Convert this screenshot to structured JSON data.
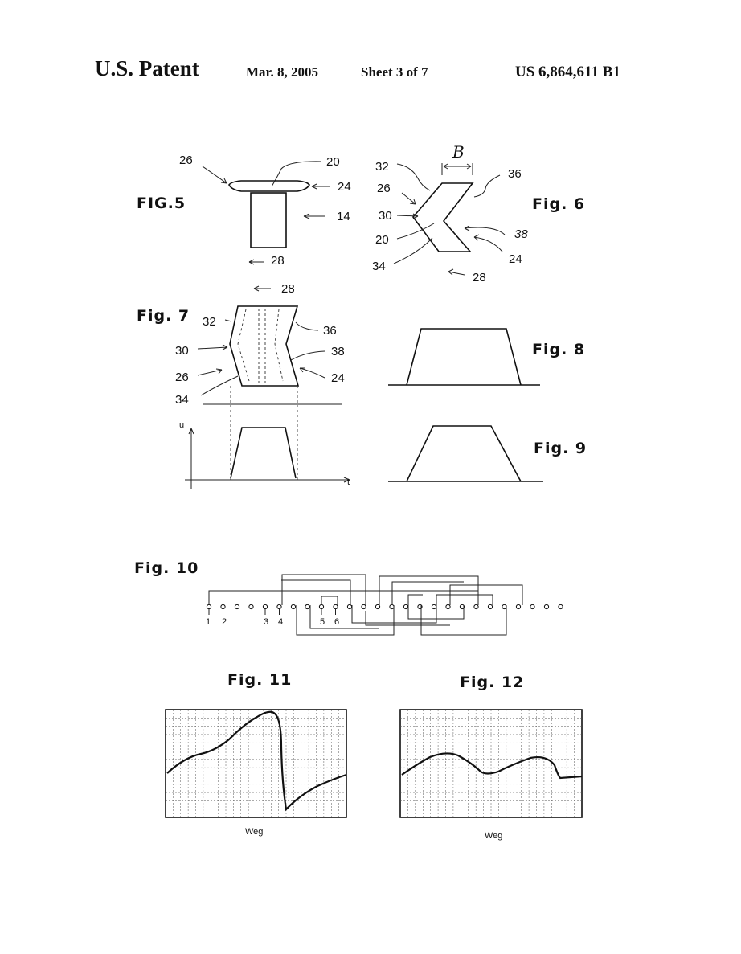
{
  "header": {
    "title": "U.S. Patent",
    "date": "Mar. 8, 2005",
    "sheet": "Sheet 3 of 7",
    "patent_number": "US 6,864,611 B1"
  },
  "fig5": {
    "label": "FIG.5",
    "refs": {
      "r26": "26",
      "r20": "20",
      "r24": "24",
      "r14": "14",
      "r28": "28"
    }
  },
  "fig6": {
    "label": "Fig. 6",
    "beta": "B",
    "refs": {
      "r32": "32",
      "r26": "26",
      "r30": "30",
      "r20": "20",
      "r34": "34",
      "r36": "36",
      "r38": "38",
      "r24": "24",
      "r28": "28"
    }
  },
  "fig7": {
    "label": "Fig. 7",
    "refs": {
      "r28": "28",
      "r32": "32",
      "r36": "36",
      "r30": "30",
      "r38": "38",
      "r26": "26",
      "r24": "24",
      "r34": "34"
    },
    "axis_u": "u",
    "axis_t": "t"
  },
  "fig8": {
    "label": "Fig. 8"
  },
  "fig9": {
    "label": "Fig. 9"
  },
  "fig10": {
    "label": "Fig. 10",
    "terminal_labels": [
      "1",
      "2",
      "3",
      "4",
      "5",
      "6"
    ]
  },
  "fig11": {
    "label": "Fig. 11",
    "xlabel": "Weg"
  },
  "fig12": {
    "label": "Fig. 12",
    "xlabel": "Weg"
  }
}
